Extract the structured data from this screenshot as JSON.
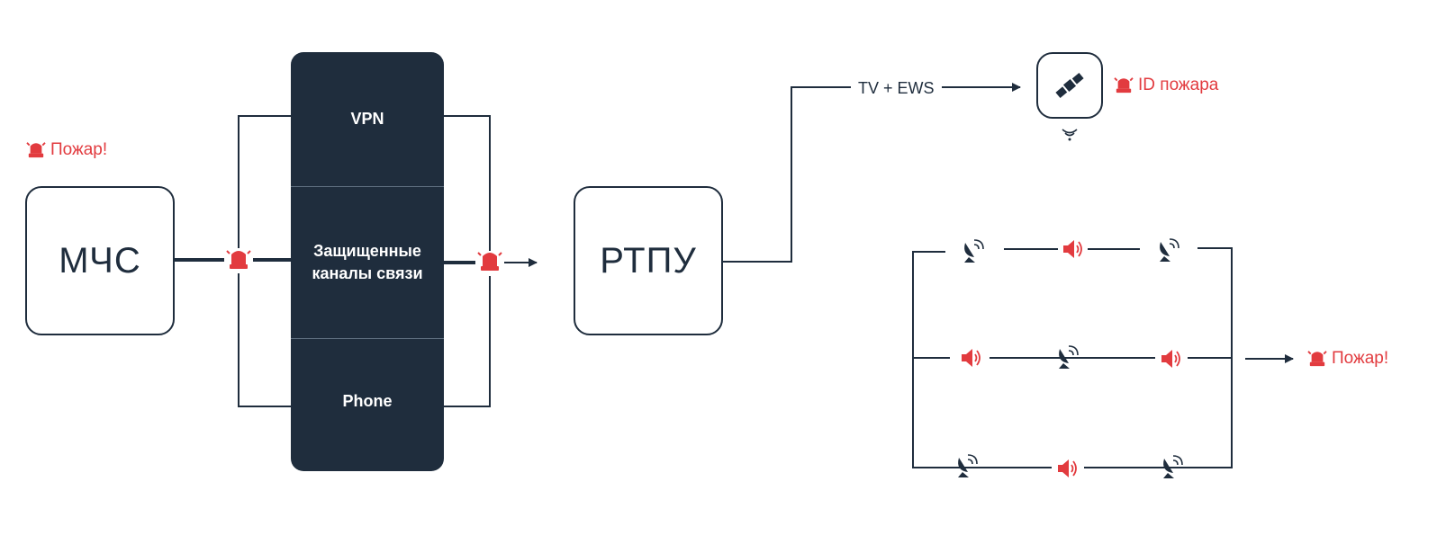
{
  "nodes": {
    "mchs": "МЧС",
    "rtpu": "РТПУ"
  },
  "channels": {
    "vpn": "VPN",
    "secure_line1": "Защищенные",
    "secure_line2": "каналы связи",
    "phone": "Phone"
  },
  "labels": {
    "fire_alert_top": "Пожар!",
    "tv_ews": "TV + EWS",
    "fire_id": "ID пожара",
    "fire_alert_right": "Пожар!"
  },
  "colors": {
    "dark": "#1f2d3d",
    "alert": "#e23b3f"
  },
  "icons": {
    "alarm": "alarm-siren-icon",
    "satellite": "satellite-icon",
    "dish": "satellite-dish-icon",
    "speaker": "speaker-icon",
    "signal": "signal-waves-icon"
  }
}
